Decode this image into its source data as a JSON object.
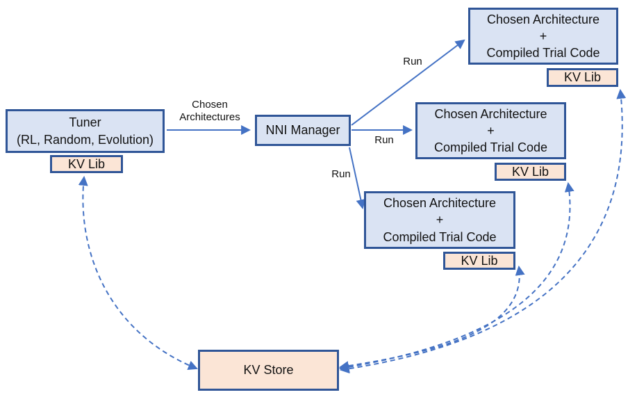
{
  "colors": {
    "box_fill_blue": "#dae3f3",
    "box_fill_peach": "#fbe5d6",
    "box_border": "#2f5597",
    "arrow": "#4472c4",
    "text": "#111111",
    "background": "#ffffff"
  },
  "nodes": {
    "tuner": {
      "line1": "Tuner",
      "line2": "(RL, Random, Evolution)"
    },
    "nni_manager": {
      "label": "NNI Manager"
    },
    "trial": {
      "line1": "Chosen Architecture",
      "line2": "+",
      "line3": "Compiled Trial Code"
    },
    "kv_lib": {
      "label": "KV Lib"
    },
    "kv_store": {
      "label": "KV Store"
    }
  },
  "edge_labels": {
    "chosen_architectures": {
      "line1": "Chosen",
      "line2": "Architectures"
    },
    "run": "Run"
  }
}
